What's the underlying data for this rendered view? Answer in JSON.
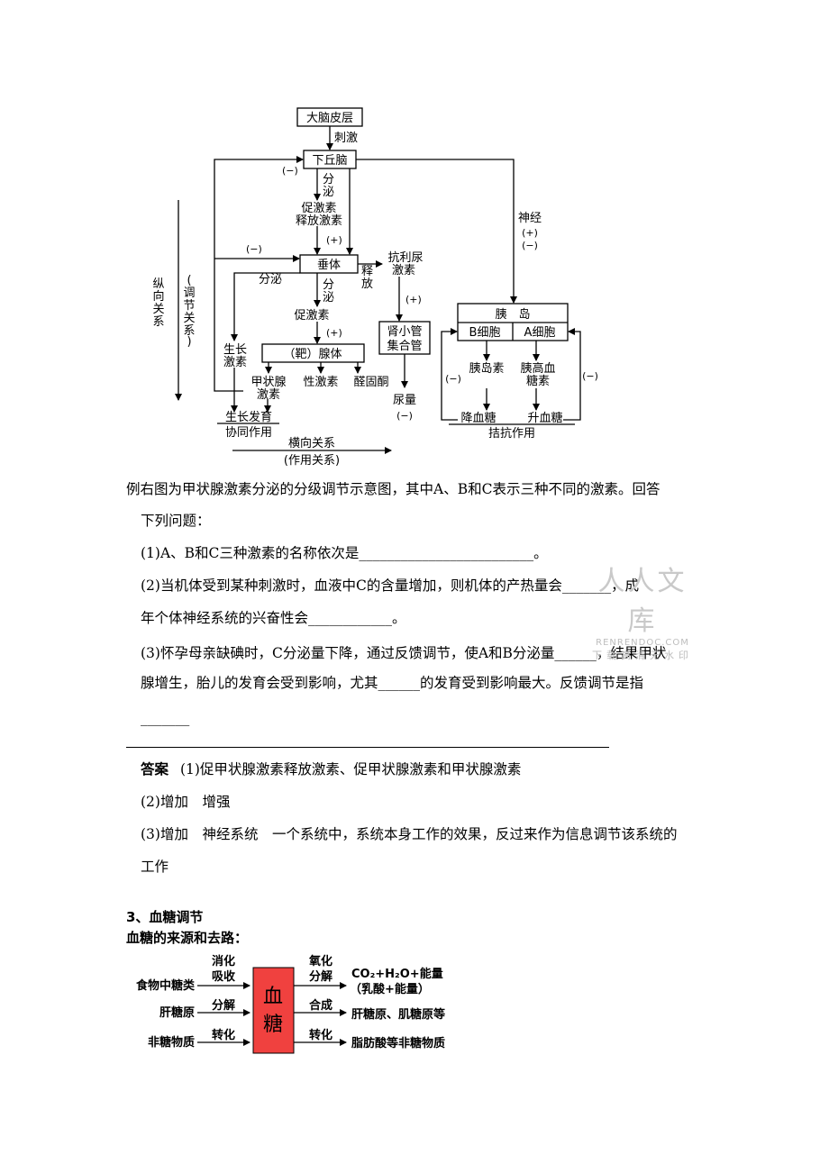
{
  "diagram1": {
    "cortex": "大脑皮层",
    "stimulus": "刺激",
    "hypothalamus": "下丘脑",
    "neg_label": "(−)",
    "pos_label": "(+)",
    "secrete": "分泌",
    "secrete_v1": "分",
    "secrete_v2": "泌",
    "release_hormone_1": "促激素",
    "release_hormone_2": "释放激素",
    "pituitary": "垂体",
    "release_v1": "释",
    "release_v2": "放",
    "adh_1": "抗利尿",
    "adh_2": "激素",
    "tropic": "促激素",
    "target_gland": "（靶）腺体",
    "kidney_1": "肾小管",
    "kidney_2": "集合管",
    "gh_1": "生长",
    "gh_2": "激素",
    "thyroid_1": "甲状腺",
    "thyroid_2": "激素",
    "sex_hormone": "性激素",
    "aldosterone": "醛固酮",
    "urine": "尿量",
    "growth": "生长发育",
    "synergy": "协同作用",
    "horizontal": "横向关系",
    "effect_rel": "(作用关系)",
    "vertical_chars": [
      "纵",
      "向",
      "关",
      "系"
    ],
    "regulate_chars": [
      "(",
      "调",
      "节",
      "关",
      "系",
      ")"
    ],
    "nerve": "神经",
    "islet": "胰　岛",
    "b_cell": "B细胞",
    "a_cell": "A细胞",
    "insulin": "胰岛素",
    "glucagon_1": "胰高血",
    "glucagon_2": "糖素",
    "lower_sugar": "降血糖",
    "raise_sugar": "升血糖",
    "antagonism": "拮抗作用"
  },
  "question": {
    "line1": "例右图为甲状腺激素分泌的分级调节示意图，其中A、B和C表示三种不同的激素。回答",
    "line2": "下列问题：",
    "q1": "(1)A、B和C三种激素的名称依次是_________________________。",
    "q2a": "(2)当机体受到某种刺激时，血液中C的含量增加，则机体的产热量会_______，成",
    "q2b": "年个体神经系统的兴奋性会____________。",
    "q3a": "(3)怀孕母亲缺碘时，C分泌量下降，通过反馈调节，使A和B分泌量______，结果甲状",
    "q3b": "腺增生，胎儿的发育会受到影响，尤其______的发育受到影响最大。反馈调节是指",
    "q3c": "_______"
  },
  "answer": {
    "label": "答案",
    "a1": "(1)促甲状腺激素释放激素、促甲状腺激素和甲状腺激素",
    "a2": "(2)增加　增强",
    "a3a": "(3)增加　神经系统　一个系统中，系统本身工作的效果，反过来作为信息调节该系统的",
    "a3b": "工作"
  },
  "section": {
    "heading": "3、血糖调节",
    "subheading": "血糖的来源和去路："
  },
  "diagram2": {
    "sources": [
      "食物中糖类",
      "肝糖原",
      "非糖物质"
    ],
    "source_verbs_1": [
      "消化",
      "分解",
      "转化"
    ],
    "source_verb_extra": "吸收",
    "center_1": "血",
    "center_2": "糖",
    "dest_verbs_1": [
      "氧化",
      "合成",
      "转化"
    ],
    "dest_verb_extra": "分解",
    "dest_1": "CO₂+H₂O+能量",
    "dest_1b": "（乳酸+能量）",
    "dest_2": "肝糖原、肌糖原等",
    "dest_3": "脂肪酸等非糖物质",
    "center_color": "#f0413f"
  },
  "watermark": {
    "title": "人人文库",
    "url": "RENRENDOC.COM",
    "tagline": "下载高清无水印"
  }
}
